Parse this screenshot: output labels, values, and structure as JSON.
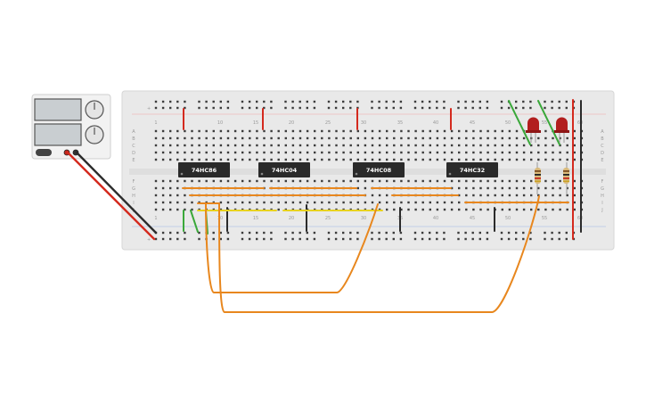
{
  "chips": [
    {
      "label": "74HC86"
    },
    {
      "label": "74HC04"
    },
    {
      "label": "74HC08"
    },
    {
      "label": "74HC32"
    }
  ],
  "breadboard": {
    "column_numbers": [
      "1",
      "10",
      "15",
      "20",
      "25",
      "30",
      "35",
      "40",
      "45",
      "50",
      "55",
      "60"
    ],
    "row_letters_top": [
      "A",
      "B",
      "C",
      "D",
      "E"
    ],
    "row_letters_bottom": [
      "F",
      "G",
      "H",
      "I",
      "J"
    ]
  },
  "colors": {
    "wire_red": "#d42a1e",
    "wire_black": "#2b2b2b",
    "wire_green": "#3aa83a",
    "wire_orange": "#e8871e",
    "wire_yellow": "#e8d21e",
    "led_red": "#b21e1e",
    "chip_body": "#2a2a2a",
    "board": "#e9e9e9"
  }
}
